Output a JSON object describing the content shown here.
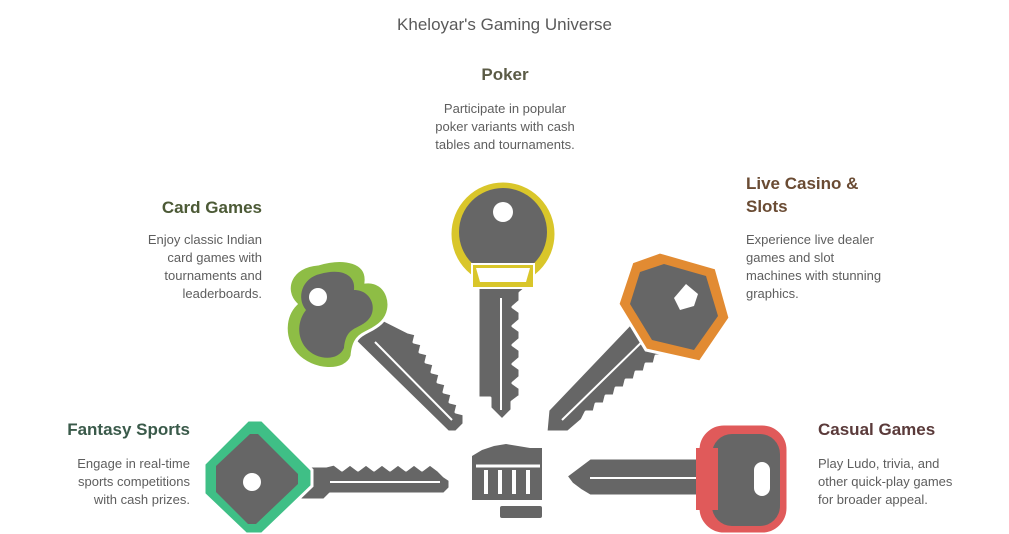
{
  "title": "Kheloyar's Gaming Universe",
  "items": [
    {
      "id": "poker",
      "heading": "Poker",
      "heading_color": "#5b5b46",
      "key_color": "#d9c62a",
      "lines": [
        "Participate in popular",
        "poker variants with cash",
        "tables and tournaments."
      ]
    },
    {
      "id": "card-games",
      "heading": "Card Games",
      "heading_color": "#4c5a36",
      "key_color": "#8ebd45",
      "lines": [
        "Enjoy classic Indian",
        "card games with",
        "tournaments and",
        "leaderboards."
      ]
    },
    {
      "id": "live-casino",
      "heading_lines": [
        "Live Casino &",
        "Slots"
      ],
      "heading_color": "#6a4b33",
      "key_color": "#e28b32",
      "lines": [
        "Experience live dealer",
        "games and slot",
        "machines with stunning",
        "graphics."
      ]
    },
    {
      "id": "fantasy-sports",
      "heading": "Fantasy Sports",
      "heading_color": "#3a5a4a",
      "key_color": "#3fbf86",
      "lines": [
        "Engage in real-time",
        "sports competitions",
        "with cash prizes."
      ]
    },
    {
      "id": "casual-games",
      "heading": "Casual Games",
      "heading_color": "#5a3a3a",
      "key_color": "#e05a5a",
      "lines": [
        "Play Ludo, trivia, and",
        "other quick-play games",
        "for broader appeal."
      ]
    }
  ],
  "colors": {
    "key_body": "#666666",
    "outline": "#ffffff"
  }
}
